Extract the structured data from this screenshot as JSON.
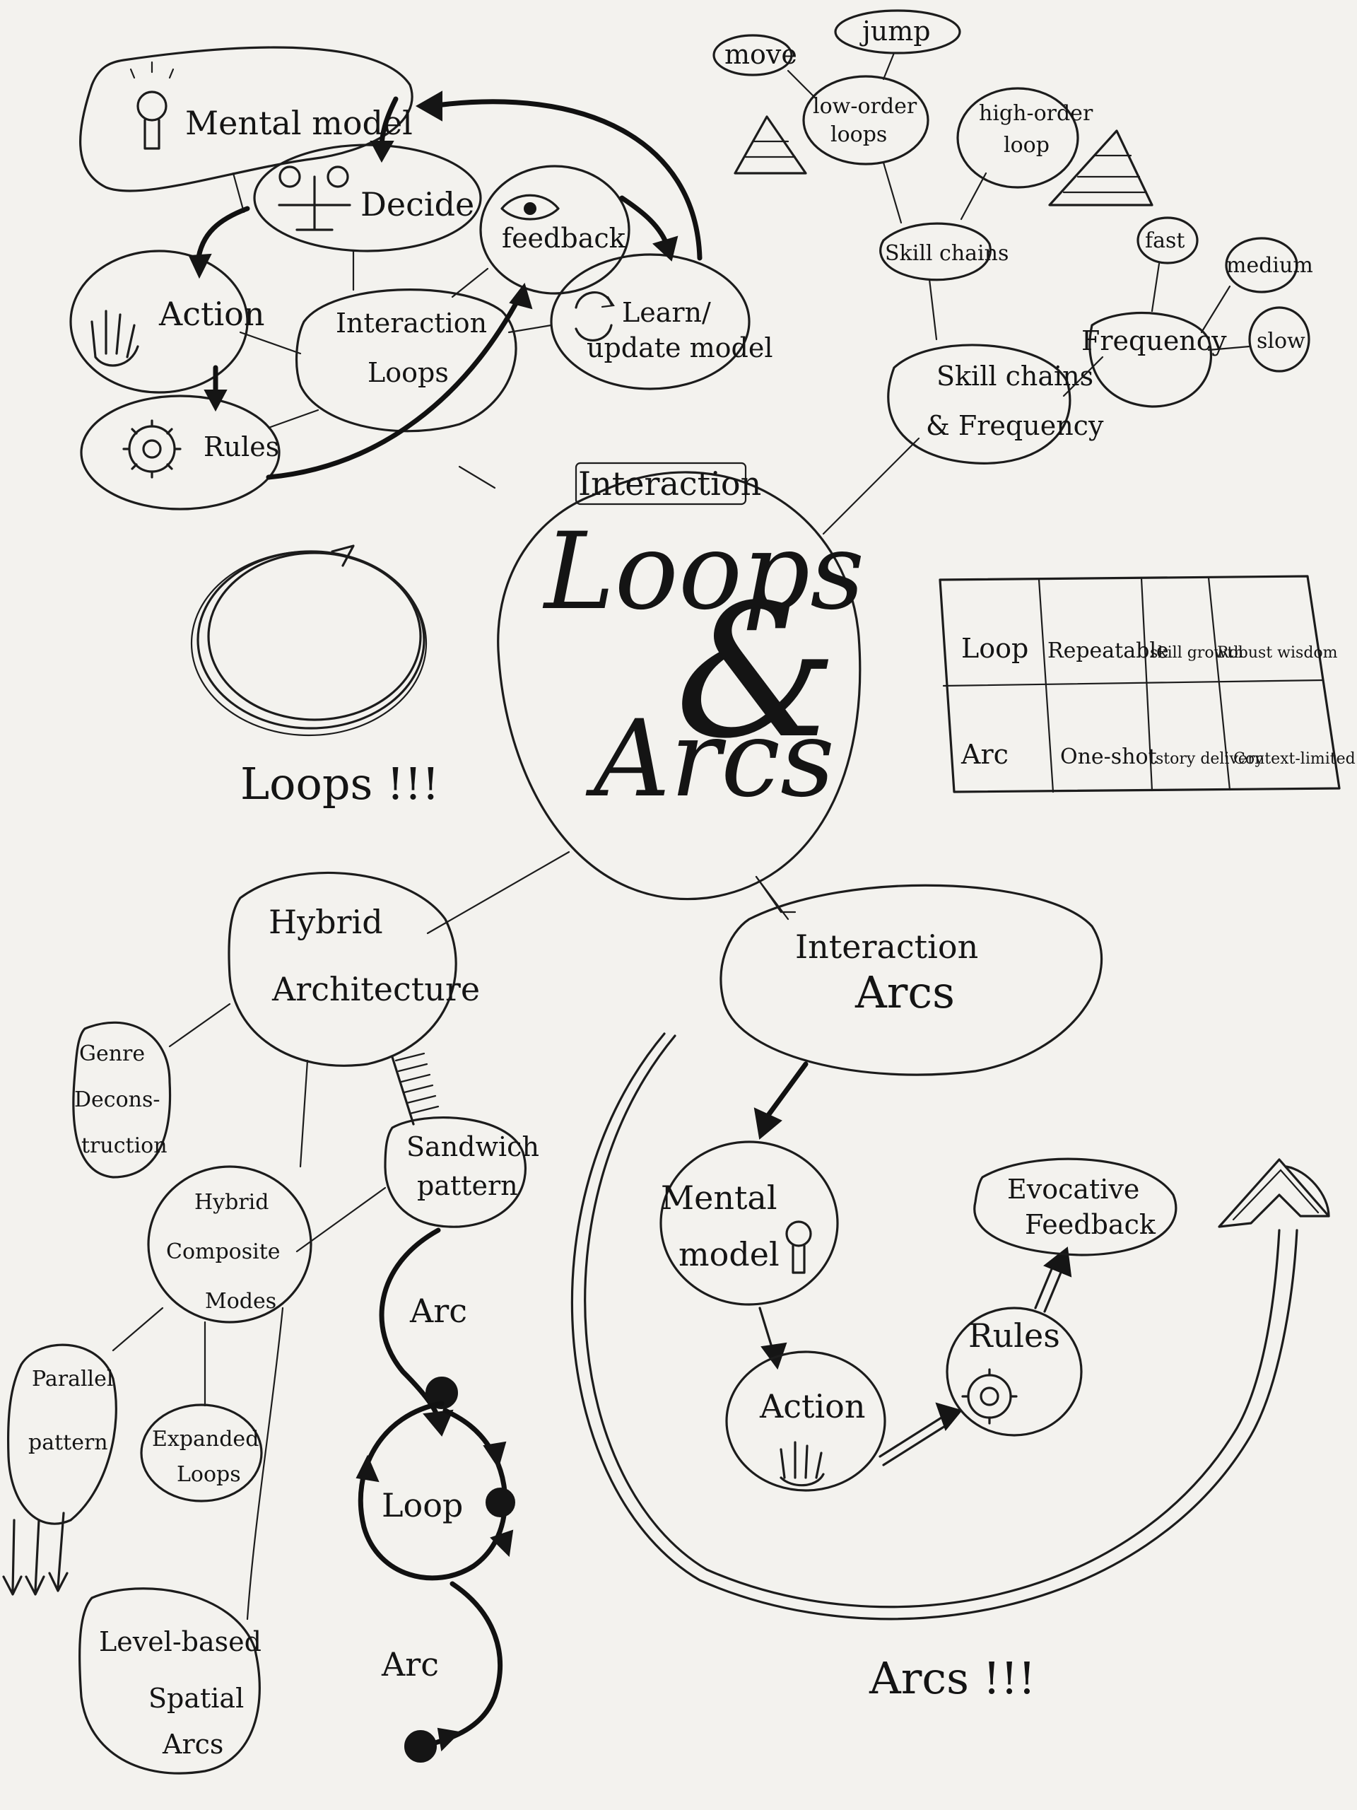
{
  "center": {
    "label_top": "Interaction",
    "label_loops": "Loops",
    "label_amp": "&",
    "label_arcs": "Arcs"
  },
  "loops_cluster": {
    "mental_model": "Mental model",
    "decide": "Decide",
    "feedback": "feedback",
    "action": "Action",
    "interaction_loops": [
      "Interaction",
      "Loops"
    ],
    "learn_update": [
      "Learn/",
      "update model"
    ],
    "rules": "Rules"
  },
  "skill_cluster": {
    "move": "move",
    "jump": "jump",
    "low_order": [
      "low-order",
      "loops"
    ],
    "high_order": [
      "high-order",
      "loop"
    ],
    "skill_chains": "Skill chains",
    "skill_freq": [
      "Skill chains",
      "& Frequency"
    ],
    "frequency": "Frequency",
    "fast": "fast",
    "medium": "medium",
    "slow": "slow"
  },
  "table": {
    "rows": [
      [
        "Loop",
        "Repeatable",
        "skill growth",
        "Robust wisdom"
      ],
      [
        "Arc",
        "One-shot",
        "story delivery",
        "Context-limited knowledge"
      ]
    ]
  },
  "loops_exclaim": "Loops !!!",
  "hybrid_cluster": {
    "hybrid_arch": [
      "Hybrid",
      "Architecture"
    ],
    "genre": [
      "Genre",
      "Decons-",
      "truction"
    ],
    "sandwich": [
      "Sandwich",
      "pattern"
    ],
    "composite": [
      "Hybrid",
      "Composite",
      "Modes"
    ],
    "parallel": [
      "Parallel",
      "pattern"
    ],
    "expanded": [
      "Expanded",
      "Loops"
    ],
    "level": [
      "Level-based",
      "Spatial",
      "Arcs"
    ],
    "arc1": "Arc",
    "loop": "Loop",
    "arc2": "Arc"
  },
  "arcs_cluster": {
    "interaction_arcs": [
      "Interaction",
      "Arcs"
    ],
    "mental_model": [
      "Mental",
      "model"
    ],
    "action": "Action",
    "rules": "Rules",
    "evocative": [
      "Evocative",
      "Feedback"
    ],
    "arcs_exclaim": "Arcs !!!"
  }
}
